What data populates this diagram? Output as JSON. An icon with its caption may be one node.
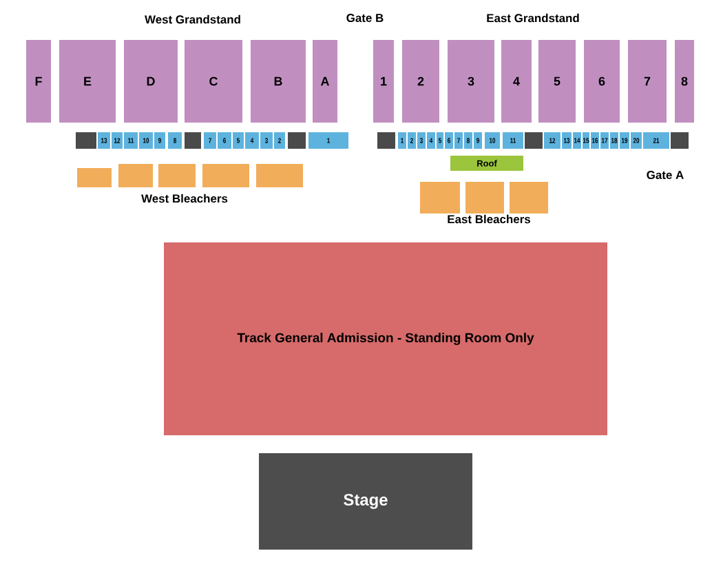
{
  "diagram": {
    "nodes": [
      {
        "text": [
          "F"
        ]
      },
      {
        "text": [
          "E"
        ]
      },
      {
        "text": [
          "D"
        ]
      },
      {
        "text": [
          "C"
        ]
      },
      {
        "text": [
          "B"
        ]
      },
      {
        "text": [
          "A"
        ]
      },
      {
        "text": [
          "1"
        ]
      },
      {
        "text": [
          "2"
        ]
      },
      {
        "text": [
          "3"
        ]
      },
      {
        "text": [
          "4"
        ]
      },
      {
        "text": [
          "5"
        ]
      },
      {
        "text": [
          "6"
        ]
      },
      {
        "text": [
          "7"
        ]
      },
      {
        "text": [
          "8"
        ]
      },
      {
        "text": [],
        "shape": "box"
      },
      {
        "text": [
          "13"
        ]
      },
      {
        "text": [
          "12"
        ]
      },
      {
        "text": [
          "11"
        ]
      },
      {
        "text": [
          "10"
        ]
      },
      {
        "text": [
          "9"
        ]
      },
      {
        "text": [
          "8"
        ]
      },
      {
        "text": [],
        "shape": "box"
      },
      {
        "text": [
          "7"
        ]
      },
      {
        "text": [
          "6"
        ]
      },
      {
        "text": [
          "5"
        ]
      },
      {
        "text": [
          "4"
        ]
      },
      {
        "text": [
          "3"
        ]
      },
      {
        "text": [
          "2"
        ]
      },
      {
        "text": [],
        "shape": "box"
      },
      {
        "text": [
          "1"
        ]
      },
      {
        "text": [],
        "shape": "box"
      },
      {
        "text": [
          "1"
        ]
      },
      {
        "text": [
          "2"
        ]
      },
      {
        "text": [
          "3"
        ]
      },
      {
        "text": [
          "4"
        ]
      },
      {
        "text": [
          "5"
        ]
      },
      {
        "text": [
          "6"
        ]
      },
      {
        "text": [
          "7"
        ]
      },
      {
        "text": [
          "8"
        ]
      },
      {
        "text": [
          "9"
        ]
      },
      {
        "text": [
          "10"
        ]
      },
      {
        "text": [
          "11"
        ]
      },
      {
        "text": [],
        "shape": "box"
      },
      {
        "text": [
          "12"
        ]
      },
      {
        "text": [
          "13"
        ]
      },
      {
        "text": [
          "14"
        ]
      },
      {
        "text": [
          "15"
        ]
      },
      {
        "text": [
          "16"
        ]
      },
      {
        "text": [
          "17"
        ]
      },
      {
        "text": [
          "18"
        ]
      },
      {
        "text": [
          "19"
        ]
      },
      {
        "text": [
          "20"
        ]
      },
      {
        "text": [
          "21"
        ]
      },
      {
        "text": [],
        "shape": "box"
      },
      {
        "text": [
          "Roof"
        ]
      },
      {
        "text": [],
        "shape": "box"
      },
      {
        "text": [],
        "shape": "box"
      },
      {
        "text": [],
        "shape": "box"
      },
      {
        "text": [],
        "shape": "box"
      },
      {
        "text": [],
        "shape": "box"
      },
      {
        "text": [],
        "shape": "box"
      },
      {
        "text": [],
        "shape": "box"
      },
      {
        "text": [],
        "shape": "box"
      },
      {
        "text": [
          "Track General Admission - Standing Room Only"
        ]
      },
      {
        "text": [
          "Stage"
        ]
      }
    ],
    "edges": [],
    "labels": [
      "West Grandstand",
      "Gate B",
      "East Grandstand",
      "Gate A",
      "West Bleachers",
      "East Bleachers"
    ]
  }
}
